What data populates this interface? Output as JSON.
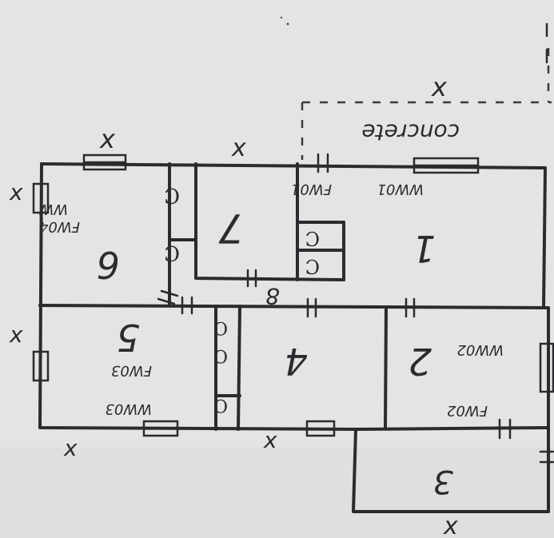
{
  "diagram": {
    "background": "#e4e4e4",
    "ink_color": "#2b2b2f",
    "orientation_note_visible": false,
    "rooms": [
      {
        "id": "1",
        "label": "1"
      },
      {
        "id": "2",
        "label": "2"
      },
      {
        "id": "3",
        "label": "3"
      },
      {
        "id": "4",
        "label": "4"
      },
      {
        "id": "5",
        "label": "5"
      },
      {
        "id": "6",
        "label": "6"
      },
      {
        "id": "7",
        "label": "7"
      },
      {
        "id": "8",
        "label": "8"
      }
    ],
    "annotations": {
      "concrete": "concrete",
      "fw01": "FW01",
      "ww01": "WW01",
      "ww02": "WW02",
      "fw02": "FW02",
      "ww03": "WW03",
      "fw03": "FW03",
      "fw04": "FW04",
      "ww04": "WW",
      "x_mark": "x",
      "closet": "C"
    }
  }
}
